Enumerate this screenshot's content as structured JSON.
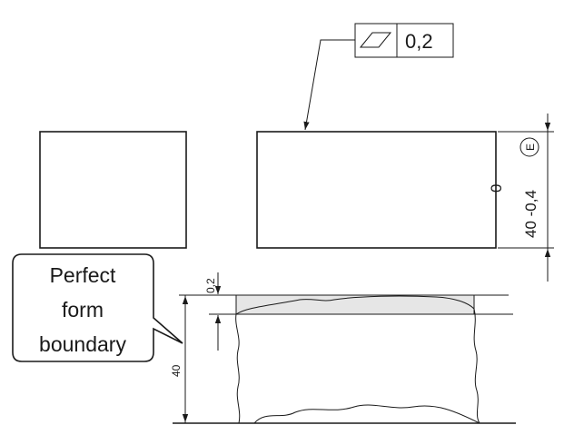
{
  "feature_control_frame": {
    "symbol_name": "flatness-symbol",
    "tolerance": "0,2"
  },
  "size_dimension": {
    "upper_deviation": "0",
    "lower_deviation": "40 -0,4",
    "envelope_symbol": "E"
  },
  "callout": {
    "line1": "Perfect",
    "line2": "form",
    "line3": "boundary"
  },
  "detail_dimensions": {
    "tolerance_zone": "0,2",
    "height": "40"
  },
  "colors": {
    "line": "#1a1a1a",
    "tolerance_zone_fill": "#e6e6e6",
    "background": "#ffffff"
  }
}
